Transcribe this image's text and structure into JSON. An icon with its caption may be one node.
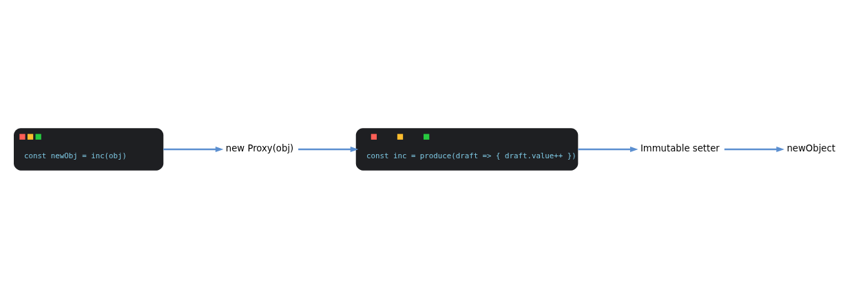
{
  "diagram": {
    "nodes": [
      {
        "text": [
          "const newObj = inc(obj)"
        ]
      },
      {
        "text": [
          "new Proxy(obj)"
        ]
      },
      {
        "text": [
          "const inc = produce(draft => { draft.value++ })"
        ]
      },
      {
        "text": [
          "Immutable setter"
        ]
      },
      {
        "text": [
          "newObject"
        ]
      }
    ],
    "edges": [
      {
        "from": 0,
        "to": 1,
        "arrow": "to"
      },
      {
        "from": 1,
        "to": 2,
        "arrow": "to"
      },
      {
        "from": 2,
        "to": 3,
        "arrow": "to"
      },
      {
        "from": 3,
        "to": 4,
        "arrow": "to"
      }
    ]
  }
}
